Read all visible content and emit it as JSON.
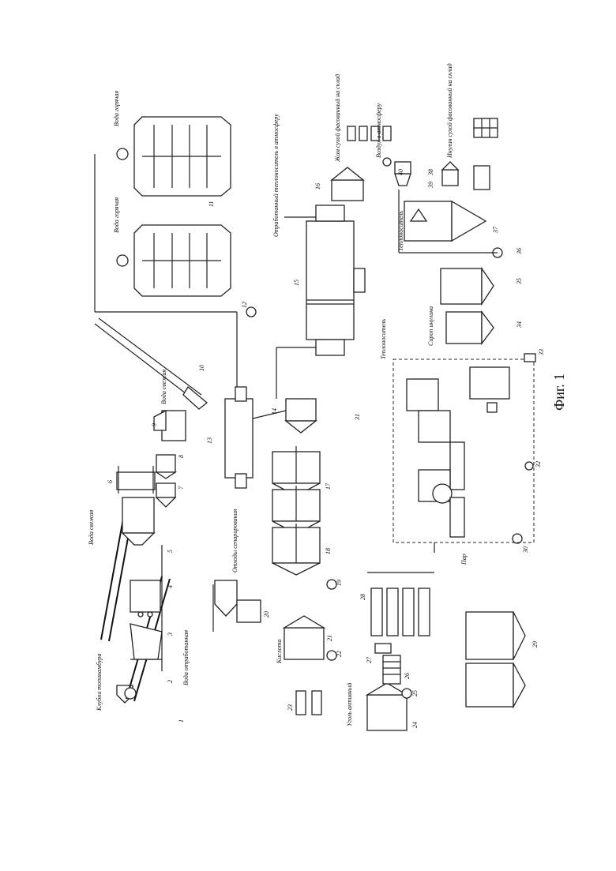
{
  "caption": "Фиг. 1",
  "labels": {
    "tubers": "Клубни топинамбура",
    "water_waste": "Вода отработанная",
    "water_fresh_1": "Вода свежая",
    "water_fresh_2": "Вода свежая",
    "water_hot_1": "Вода горячая",
    "water_hot_2": "Вода горячая",
    "spent_heat_carrier": "Отработанный теплоноситель в атмосферу",
    "pulp": "Жом сухой фасованный на склад",
    "air": "Воздух в атмосферу",
    "inulin": "Инулин сухой фасованный на склад",
    "heat_carrier_1": "Теплоноситель",
    "heat_carrier_2": "Теплоноситель",
    "syrup": "Сироп инулина",
    "steam": "Пар",
    "separation_waste": "Отходы сепарирования",
    "acid": "Кислота",
    "coal": "Уголь активный"
  },
  "numbers": [
    "1",
    "2",
    "3",
    "4",
    "5",
    "6",
    "7",
    "8",
    "9",
    "10",
    "11",
    "12",
    "13",
    "14",
    "15",
    "16",
    "17",
    "18",
    "19",
    "20",
    "21",
    "22",
    "23",
    "24",
    "25",
    "26",
    "27",
    "28",
    "29",
    "30",
    "31",
    "32",
    "33",
    "34",
    "35",
    "36",
    "37",
    "38",
    "39",
    "40"
  ]
}
